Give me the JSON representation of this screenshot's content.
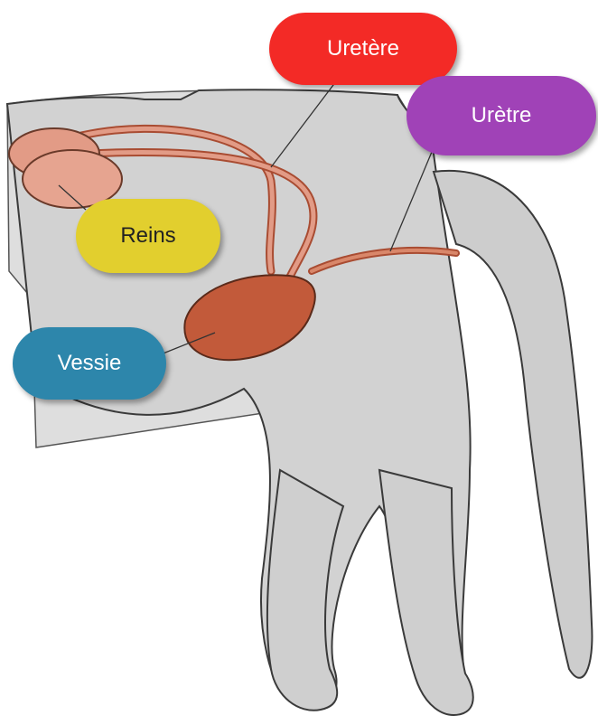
{
  "labels": {
    "uretere": "Uretère",
    "uretre": "Urètre",
    "reins": "Reins",
    "vessie": "Vessie"
  },
  "colors": {
    "uretere": "#f32a26",
    "uretre": "#a042b7",
    "reins": "#e2cf2e",
    "vessie": "#2d86ab",
    "organ": "#c25a3a",
    "kidney": "#e29b86",
    "background": "#dedede",
    "cat_body": "#d2d2d2"
  }
}
